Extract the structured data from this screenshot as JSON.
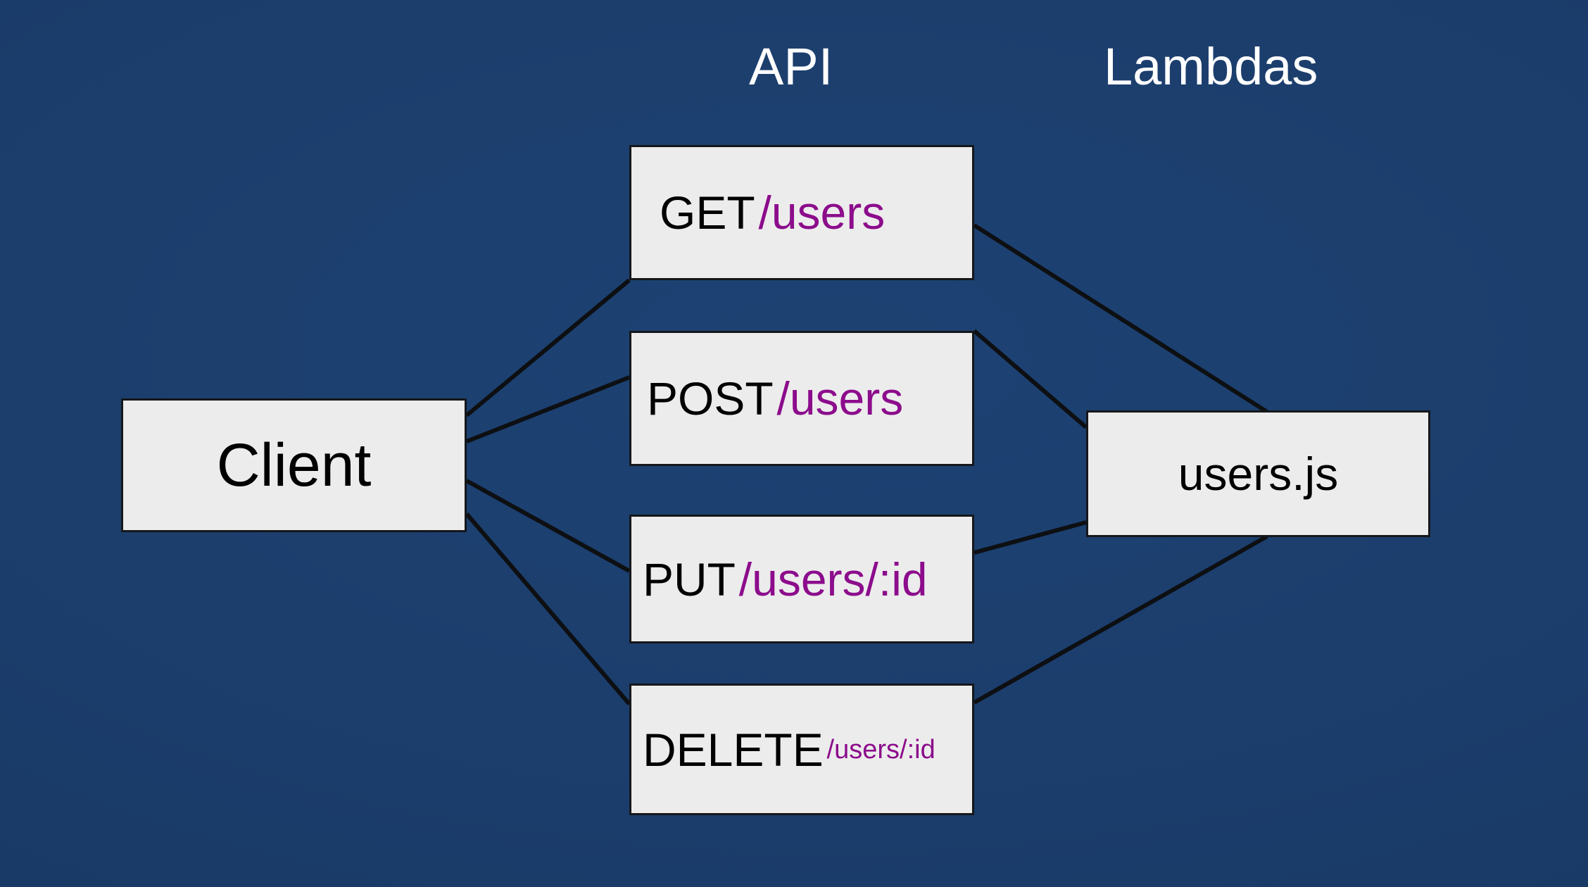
{
  "diagram": {
    "type": "architecture-flow",
    "background_color": "#1b3d6b",
    "node_fill": "#ececec",
    "node_stroke": "#15171a",
    "path_color": "#8c0c8c",
    "verb_color": "#000000",
    "title_color": "#ffffff"
  },
  "columns": [
    {
      "key": "api",
      "label": "API"
    },
    {
      "key": "lambdas",
      "label": "Lambdas"
    }
  ],
  "client": {
    "label": "Client"
  },
  "endpoints": [
    {
      "verb": "GET",
      "path": "/users",
      "path_size": "large"
    },
    {
      "verb": "POST",
      "path": "/users",
      "path_size": "large"
    },
    {
      "verb": "PUT",
      "path": "/users/:id",
      "path_size": "large"
    },
    {
      "verb": "DELETE",
      "path": "/users/:id",
      "path_size": "small"
    }
  ],
  "lambdas": [
    {
      "label": "users.js"
    }
  ],
  "connections": [
    {
      "from": "client",
      "to": "GET /users"
    },
    {
      "from": "client",
      "to": "POST /users"
    },
    {
      "from": "client",
      "to": "PUT /users/:id"
    },
    {
      "from": "client",
      "to": "DELETE /users/:id"
    },
    {
      "from": "GET /users",
      "to": "users.js"
    },
    {
      "from": "POST /users",
      "to": "users.js"
    },
    {
      "from": "PUT /users/:id",
      "to": "users.js"
    },
    {
      "from": "DELETE /users/:id",
      "to": "users.js"
    }
  ]
}
